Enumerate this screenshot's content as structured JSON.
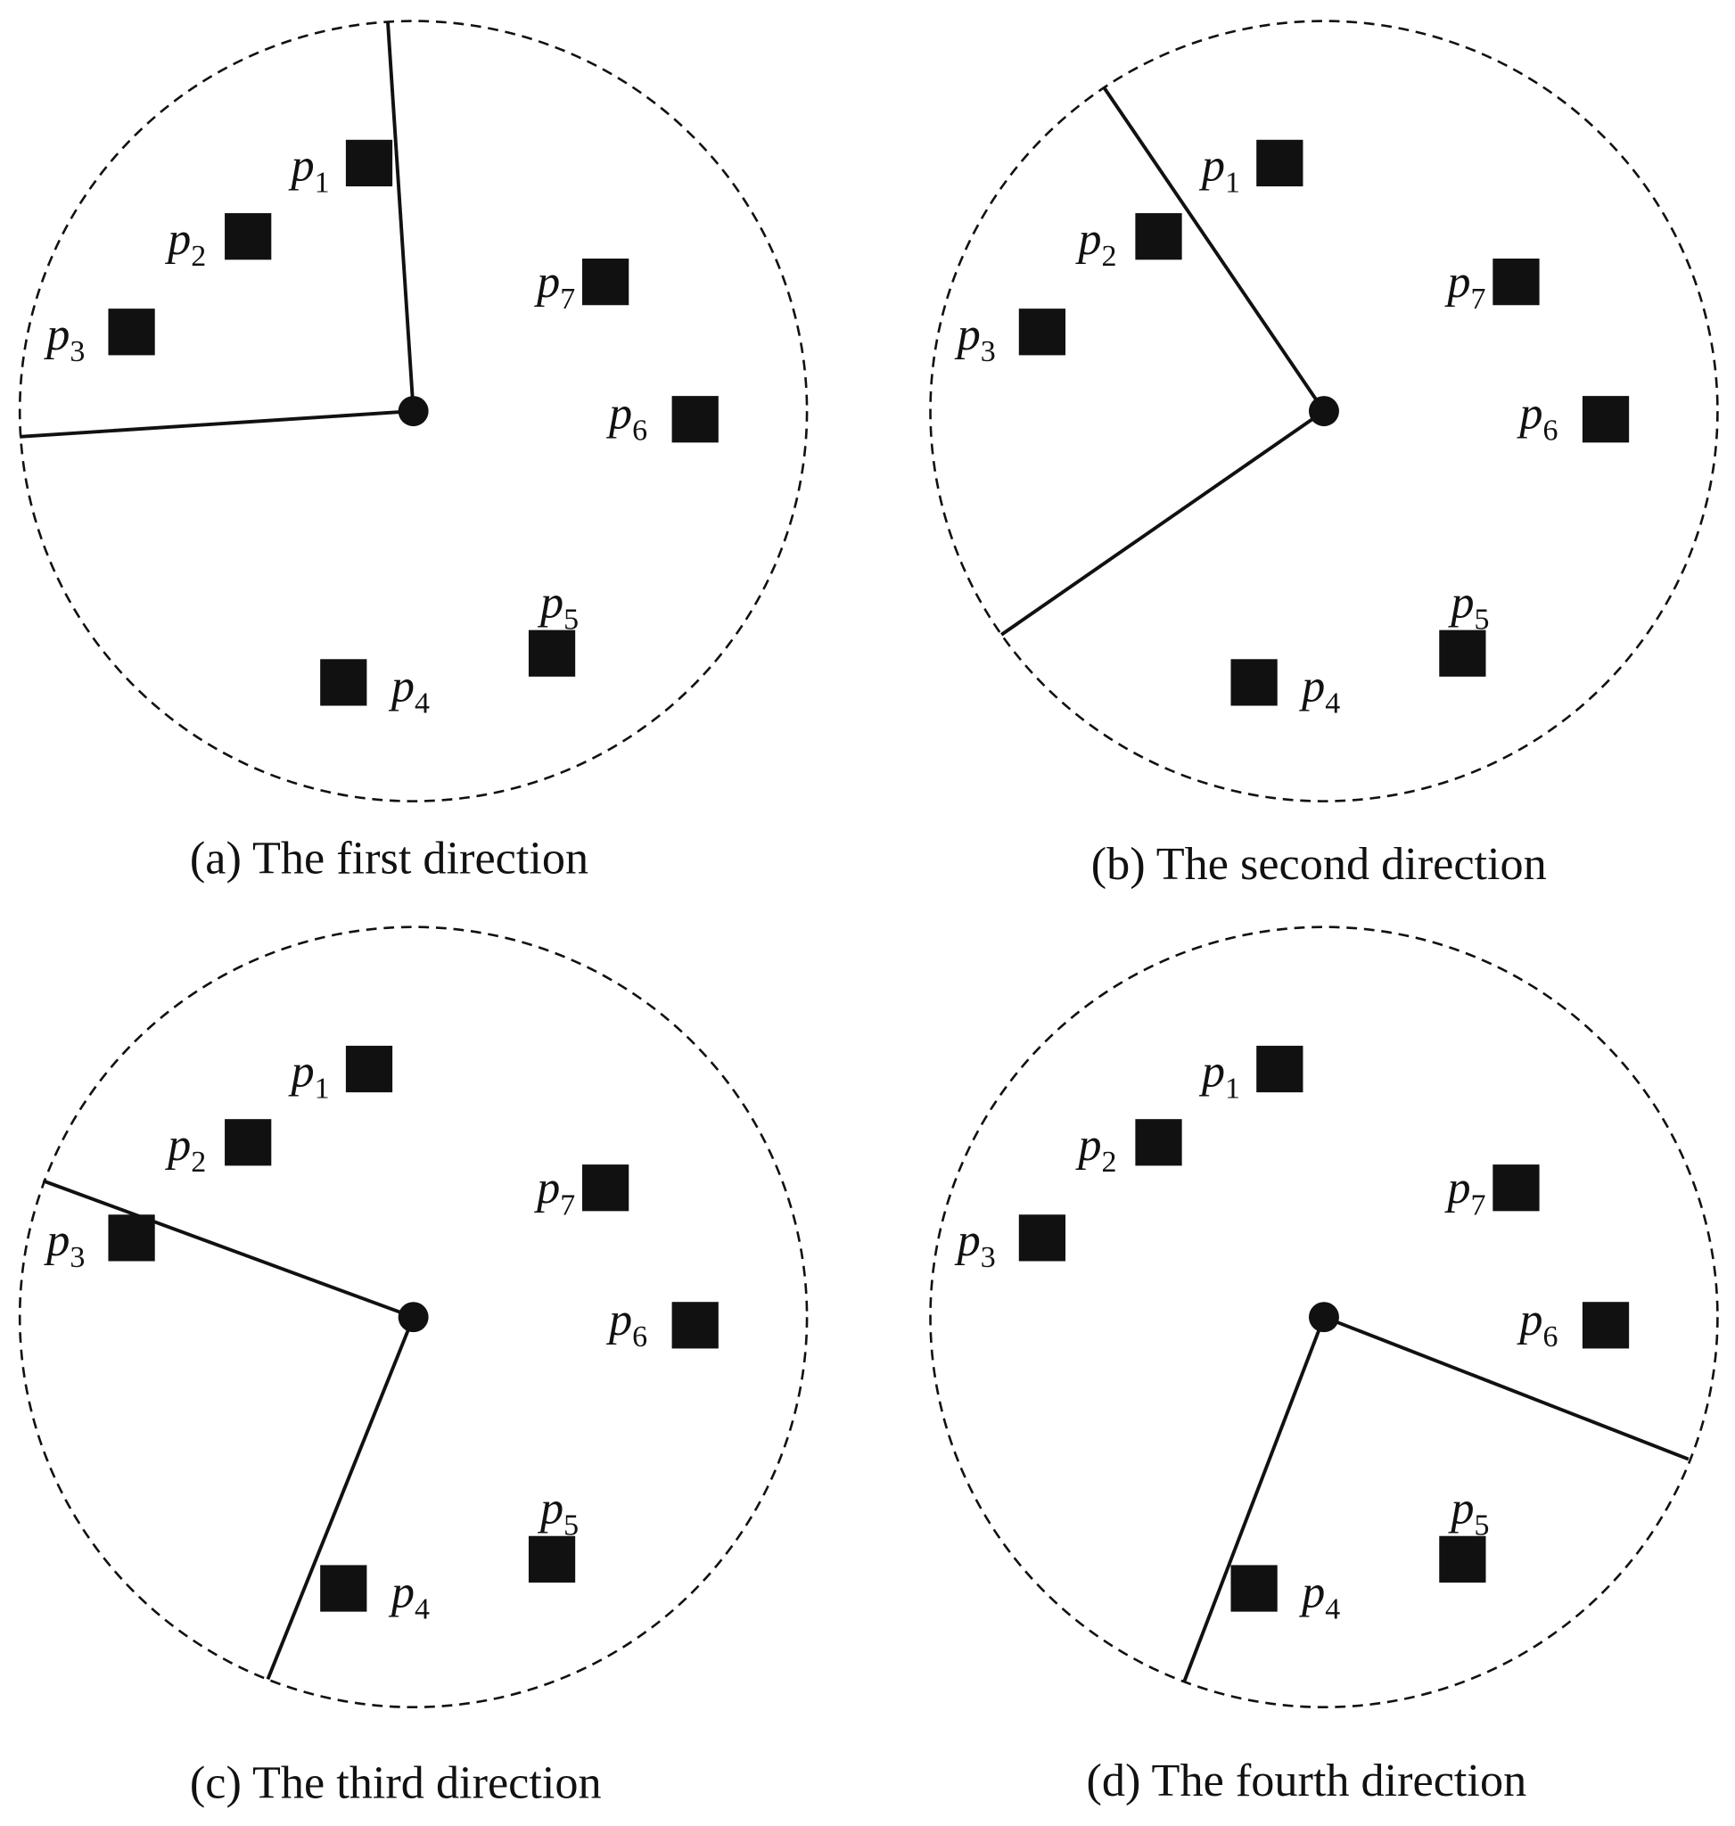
{
  "points": [
    {
      "id": "p1",
      "base": "p",
      "sub": "1"
    },
    {
      "id": "p2",
      "base": "p",
      "sub": "2"
    },
    {
      "id": "p3",
      "base": "p",
      "sub": "3"
    },
    {
      "id": "p4",
      "base": "p",
      "sub": "4"
    },
    {
      "id": "p5",
      "base": "p",
      "sub": "5"
    },
    {
      "id": "p6",
      "base": "p",
      "sub": "6"
    },
    {
      "id": "p7",
      "base": "p",
      "sub": "7"
    }
  ],
  "panels": [
    {
      "id": "a",
      "caption": "(a) The first direction"
    },
    {
      "id": "b",
      "caption": "(b) The second direction"
    },
    {
      "id": "c",
      "caption": "(c) The third direction"
    },
    {
      "id": "d",
      "caption": "(d) The fourth direction"
    }
  ],
  "colors": {
    "ink": "#111111"
  }
}
